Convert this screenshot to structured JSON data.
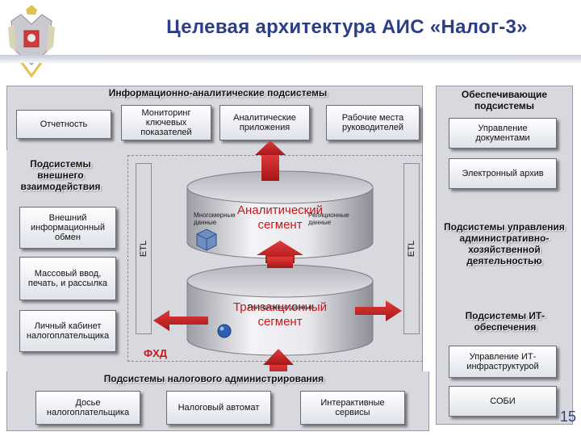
{
  "title": "Целевая архитектура АИС «Налог-3»",
  "emblem_icon": "russian-coat-of-arms-emblem",
  "info_analytics": {
    "header": "Информационно-аналитические подсистемы",
    "items": [
      "Отчетность",
      "Мониторинг ключевых показателей",
      "Аналитические приложения",
      "Рабочие места руководителей"
    ]
  },
  "support": {
    "header": "Обеспечивающие подсистемы",
    "items": [
      "Управление документами",
      "Электронный архив"
    ],
    "admin_header": "Подсистемы управления административно-хозяйственной деятельностью",
    "it_header": "Подсистемы ИТ-обеспечения",
    "it_items": [
      "Управление ИТ-инфраструктурой",
      "СОБИ"
    ]
  },
  "external": {
    "header": "Подсистемы внешнего взаимодействия",
    "items": [
      "Внешний информационный обмен",
      "Массовый ввод, печать, и рассылка",
      "Личный кабинет налогоплательщика"
    ]
  },
  "etl_label": "ETL",
  "analytic_segment": {
    "label": "Аналитический сегмент",
    "left_label": "Многомерные данные",
    "right_label": "Реляционные данные"
  },
  "transaction_segment": {
    "label": "Транзакционный сегмент",
    "overlay_label": "Реляционные данные"
  },
  "fxd_label": "ФХД",
  "tax_admin": {
    "header": "Подсистемы налогового администрирования",
    "items": [
      "Досье налогоплательщика",
      "Налоговый автомат",
      "Интерактивные сервисы"
    ]
  },
  "page_number": "15",
  "colors": {
    "title": "#2b3e86",
    "arrow": "#c0181b",
    "panel": "#d8d9df"
  }
}
